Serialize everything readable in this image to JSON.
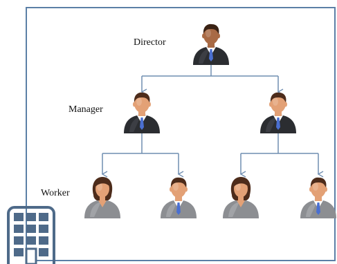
{
  "labels": {
    "director": "Director",
    "manager": "Manager",
    "worker": "Worker"
  },
  "colors": {
    "frame": "#5b7fa6",
    "connector": "#6f8db0",
    "arrow": "#6f8db0",
    "suit_dark": "#2b2d31",
    "suit_gray": "#8c8e92",
    "skin": "#e3a176",
    "skin_dark": "#a86a45",
    "hair_brown": "#4d2c1b",
    "tie_blue": "#4a6fd1",
    "building": "#4e6a89"
  },
  "people": [
    {
      "id": "director",
      "role": "director",
      "icon": "businessman-icon",
      "suit": "dark",
      "gender": "male"
    },
    {
      "id": "manager-left",
      "role": "manager",
      "icon": "businessman-icon",
      "suit": "dark",
      "gender": "male"
    },
    {
      "id": "manager-right",
      "role": "manager",
      "icon": "businessman-icon",
      "suit": "dark",
      "gender": "male"
    },
    {
      "id": "worker-1",
      "role": "worker",
      "icon": "businesswoman-icon",
      "suit": "gray",
      "gender": "female"
    },
    {
      "id": "worker-2",
      "role": "worker",
      "icon": "businessman-icon",
      "suit": "gray",
      "gender": "male"
    },
    {
      "id": "worker-3",
      "role": "worker",
      "icon": "businesswoman-icon",
      "suit": "gray",
      "gender": "female"
    },
    {
      "id": "worker-4",
      "role": "worker",
      "icon": "businessman-icon",
      "suit": "gray",
      "gender": "male"
    }
  ],
  "corner_icon": "building-icon"
}
